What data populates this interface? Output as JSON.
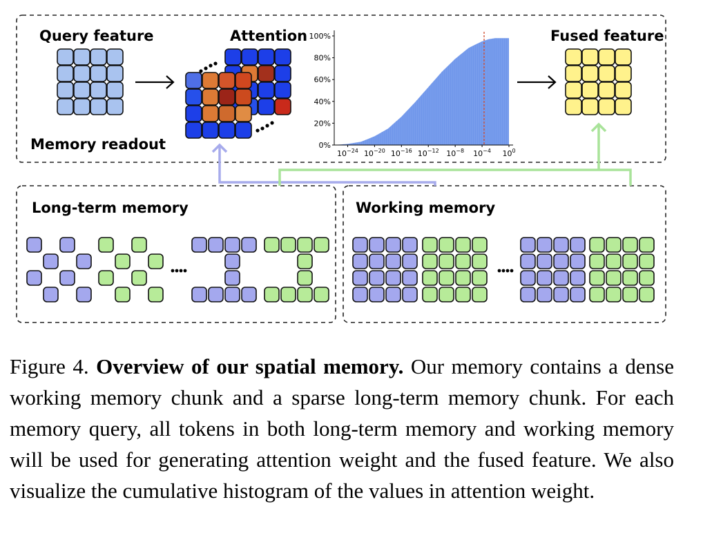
{
  "labels": {
    "query_feature": "Query feature",
    "attention": "Attention",
    "fused_feature": "Fused feature",
    "memory_readout": "Memory readout",
    "long_term_memory": "Long-term memory",
    "working_memory": "Working memory"
  },
  "colors": {
    "query": "#a9c3ef",
    "fused": "#fff28c",
    "longterm": "#a4a8ee",
    "working": "#b7eb99",
    "attention_dark": "#1d3fe8",
    "attention_hot": "#dd7a35",
    "attention_red": "#c92a1b",
    "histogram": "#6f96ea",
    "marker": "#cf4a2c",
    "arrow_blue": "#a7abec",
    "arrow_green": "#a9e39a"
  },
  "chart_data": {
    "type": "area",
    "title": "",
    "xlabel": "",
    "ylabel": "",
    "x_scale": "log",
    "x_ticks": [
      {
        "base": "10",
        "exp": "−24",
        "value": 1e-24
      },
      {
        "base": "10",
        "exp": "−20",
        "value": 1e-20
      },
      {
        "base": "10",
        "exp": "−16",
        "value": 1e-16
      },
      {
        "base": "10",
        "exp": "−12",
        "value": 1e-12
      },
      {
        "base": "10",
        "exp": "−8",
        "value": 1e-08
      },
      {
        "base": "10",
        "exp": "−4",
        "value": 0.0001
      },
      {
        "base": "10",
        "exp": "0",
        "value": 1
      }
    ],
    "y_ticks": [
      "0%",
      "20%",
      "40%",
      "60%",
      "80%",
      "100%"
    ],
    "ylim": [
      0,
      100
    ],
    "series": [
      {
        "x": [
          1e-26,
          1e-24,
          1e-22,
          1e-20,
          1e-18,
          1e-16,
          1e-14,
          1e-12,
          1e-10,
          1e-08,
          1e-06,
          0.0001,
          0.001,
          0.01,
          1
        ],
        "y": [
          0,
          1,
          3,
          8,
          15,
          26,
          39,
          53,
          67,
          79,
          89,
          95,
          97,
          98,
          98
        ]
      }
    ],
    "vline_x": 0.0002,
    "grid": false
  },
  "caption": {
    "prefix": "Figure 4. ",
    "title": "Overview of our spatial memory.",
    "body": " Our memory contains a dense working memory chunk and a sparse long-term memory chunk. For each memory query, all tokens in both long-term memory and working memory will be used for generating attention weight and the fused feature. We also visualize the cumulative histogram of the values in attention weight."
  }
}
